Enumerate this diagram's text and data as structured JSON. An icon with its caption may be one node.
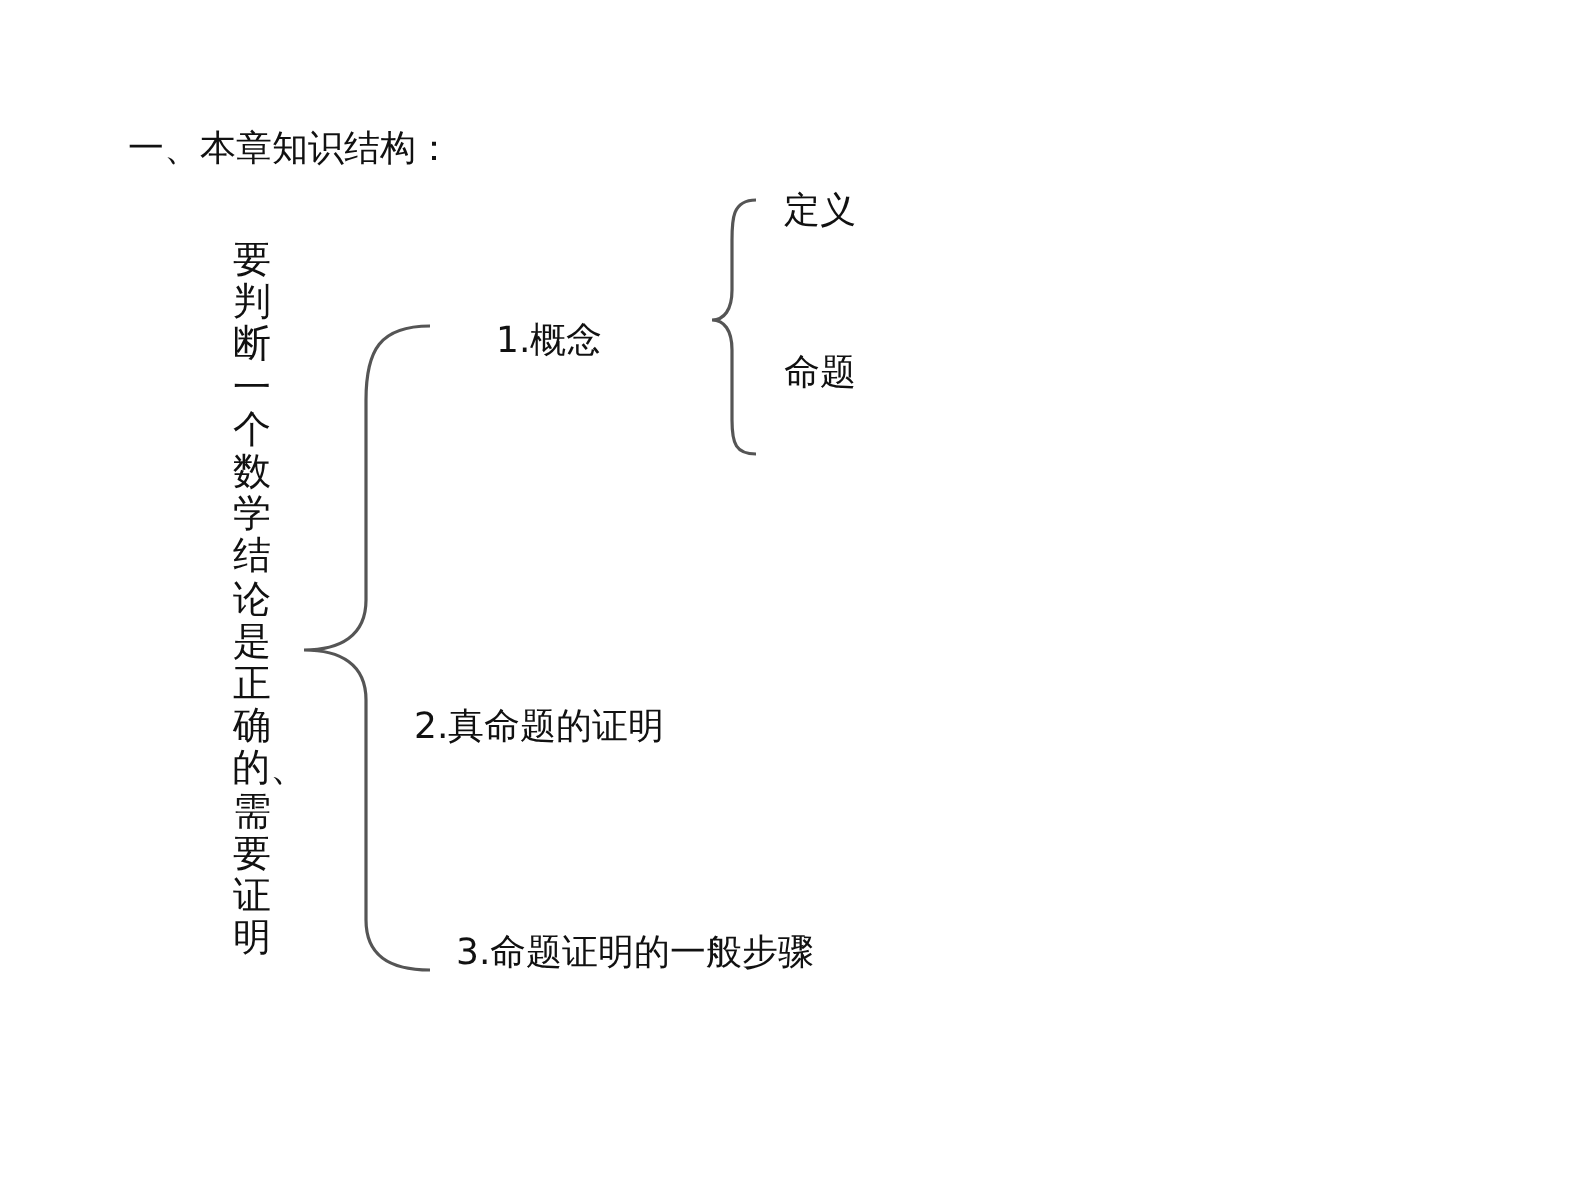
{
  "diagram": {
    "title": "一、本章知识结构：",
    "nodes": [
      {
        "text": [
          "要判断一个数学结论是正确的、需要证明"
        ]
      },
      {
        "text": [
          "1.概念"
        ]
      },
      {
        "text": [
          "定义"
        ]
      },
      {
        "text": [
          "命题"
        ]
      },
      {
        "text": [
          "2.真命题的证明"
        ]
      },
      {
        "text": [
          "3.命题证明的一般步骤"
        ]
      }
    ]
  }
}
